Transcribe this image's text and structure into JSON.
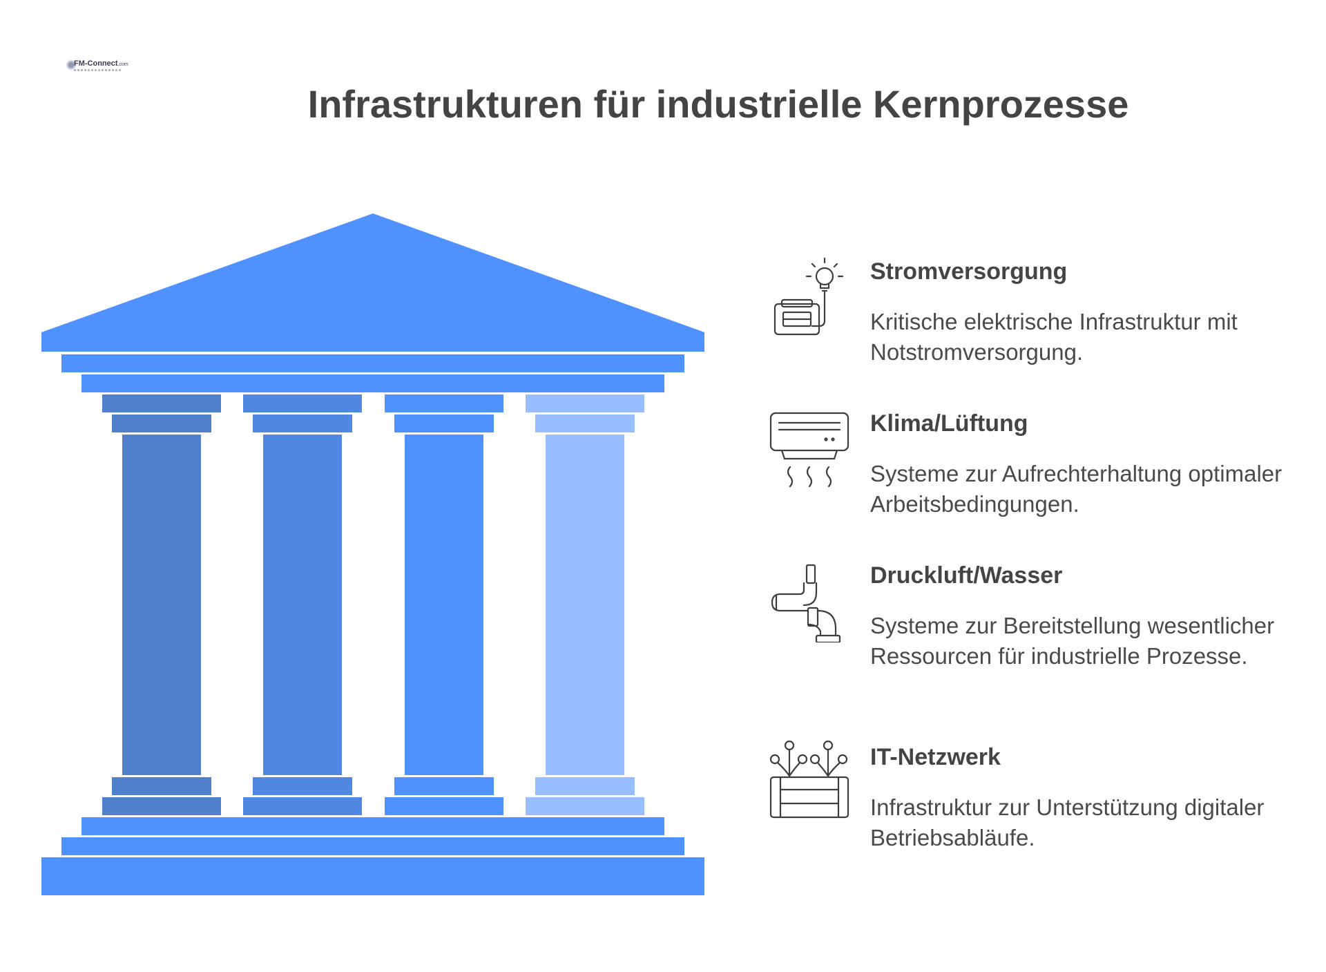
{
  "logo": {
    "text": "FM-Connect",
    "suffix": ".com"
  },
  "title": "Infrastrukturen für industrielle Kernprozesse",
  "colors": {
    "pillar_dark": "#5080CC",
    "pillar_mid": "#4F87E3",
    "pillar_bright": "#4F92FF",
    "pillar_light": "#98BEFF",
    "roof": "#4F92FF",
    "text_dark": "#444444"
  },
  "items": [
    {
      "icon": "generator-bulb-icon",
      "title": "Stromversorgung",
      "desc": "Kritische elektrische Infrastruktur mit Notstromversorgung."
    },
    {
      "icon": "air-conditioner-icon",
      "title": "Klima/Lüftung",
      "desc": "Systeme zur Aufrechterhaltung optimaler Arbeitsbedingungen."
    },
    {
      "icon": "pipe-icon",
      "title": "Druckluft/Wasser",
      "desc": "Systeme zur Bereitstellung wesentlicher Ressourcen für industrielle Prozesse."
    },
    {
      "icon": "network-box-icon",
      "title": "IT-Netzwerk",
      "desc": "Infrastruktur zur Unterstützung digitaler Betriebsabläufe."
    }
  ]
}
